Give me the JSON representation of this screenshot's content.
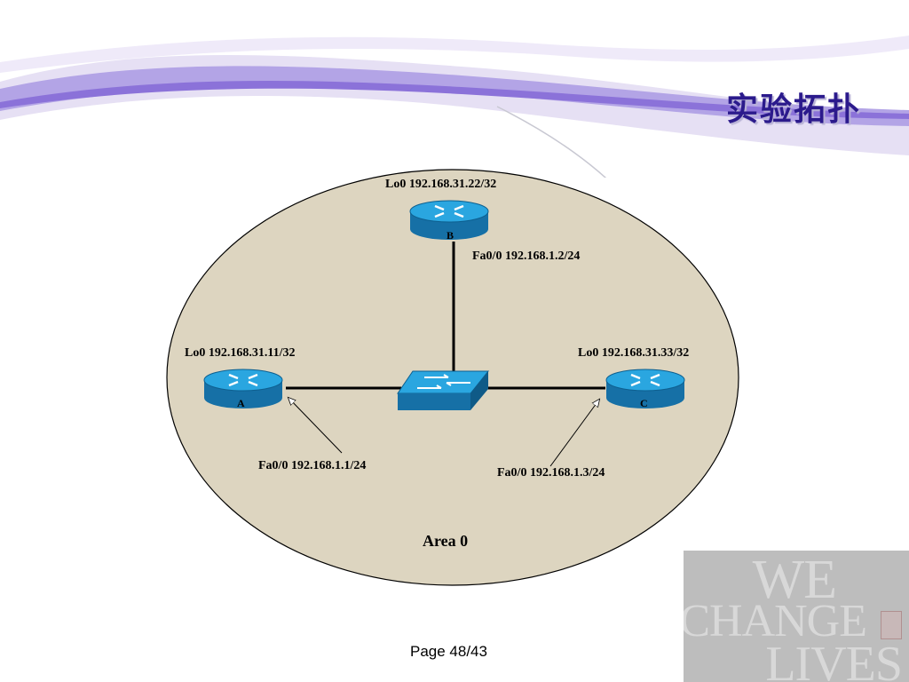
{
  "slide": {
    "title": "实验拓扑",
    "page_label": "Page 48/43"
  },
  "diagram": {
    "area_label": "Area  0",
    "routers": [
      {
        "id": "B",
        "name": "B",
        "loopback": "Lo0  192.168.31.22/32",
        "interface": "Fa0/0  192.168.1.2/24"
      },
      {
        "id": "A",
        "name": "A",
        "loopback": "Lo0  192.168.31.11/32",
        "interface": "Fa0/0  192.168.1.1/24"
      },
      {
        "id": "C",
        "name": "C",
        "loopback": "Lo0  192.168.31.33/32",
        "interface": "Fa0/0  192.168.1.3/24"
      }
    ],
    "colors": {
      "area_fill": "#ddd5c0",
      "router": "#1a8fc8",
      "switch": "#1a8fc8",
      "title": "#2b1a8c"
    }
  },
  "watermark": {
    "line1": "WE",
    "line2": "CHANGE",
    "line3": "LIVES"
  }
}
